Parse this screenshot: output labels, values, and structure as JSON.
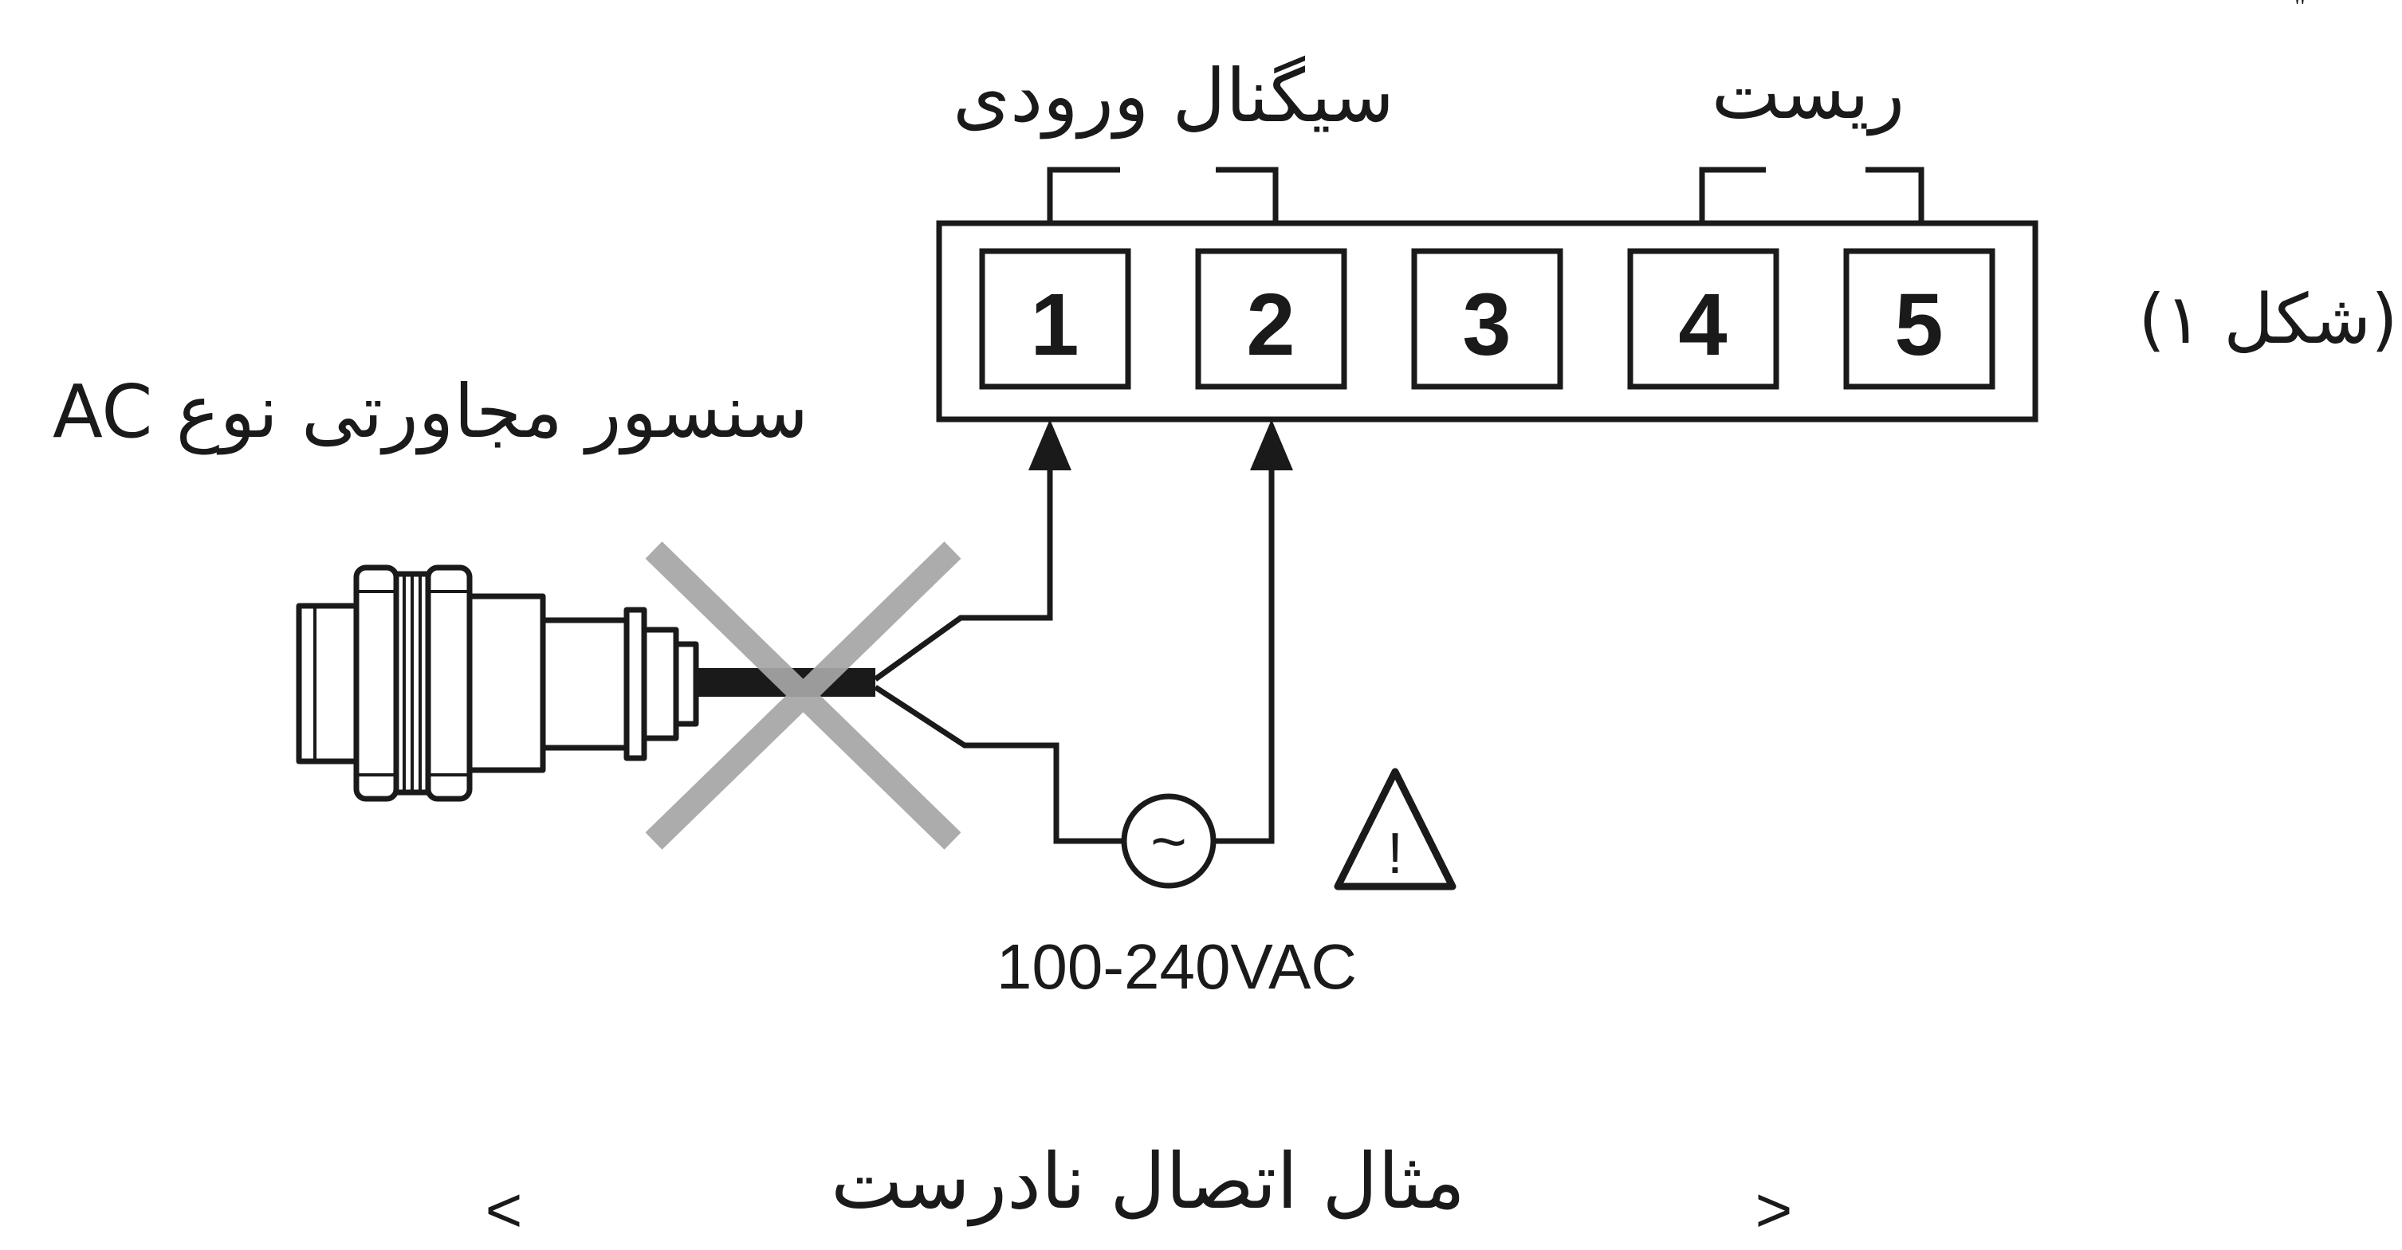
{
  "labels": {
    "input_signal": "سیگنال ورودی",
    "reset": "ریست",
    "figure": "(شکل ۱)",
    "sensor": "سنسور مجاورتی نوع AC",
    "voltage": "100-240VAC",
    "caption": "مثال اتصال نادرست",
    "caption_left_mark": "<",
    "caption_right_mark": ">",
    "corner_mark": "\""
  },
  "terminals": [
    "1",
    "2",
    "3",
    "4",
    "5"
  ],
  "icons": {
    "ac_source": "ac-source-icon",
    "warning": "warning-triangle-icon",
    "warning_glyph": "!",
    "ac_glyph": "~",
    "incorrect": "cross-icon",
    "sensor": "proximity-sensor-icon"
  },
  "colors": {
    "line": "#1a1a1a",
    "cross": "#a6a6a6",
    "background": "#ffffff"
  }
}
